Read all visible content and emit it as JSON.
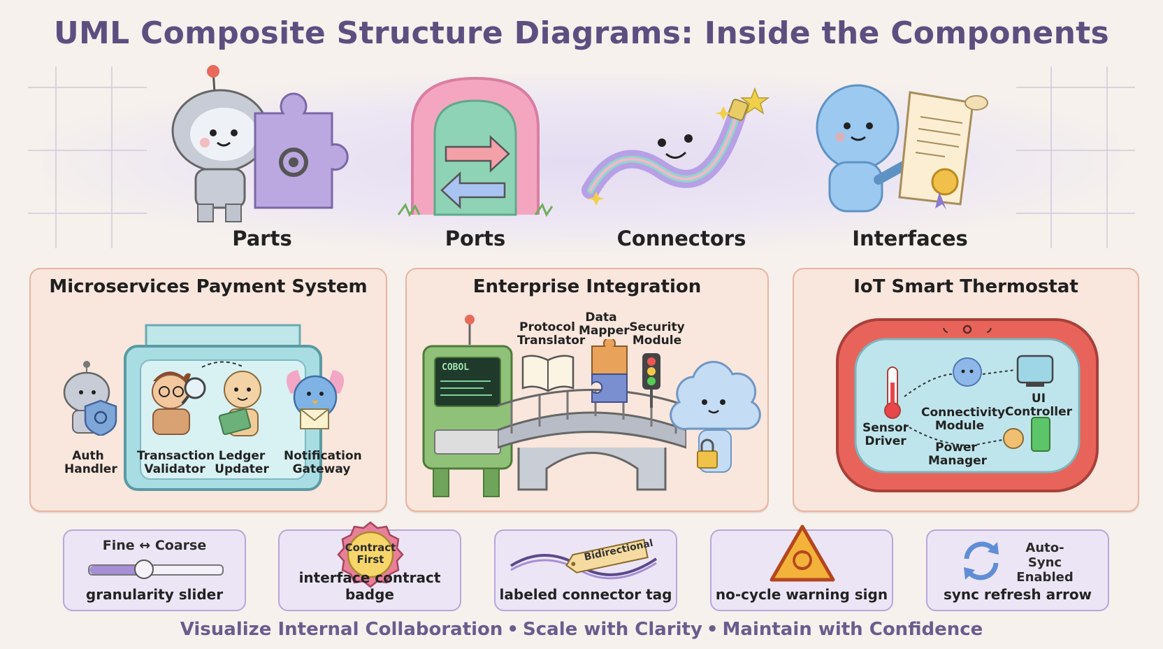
{
  "title": "UML Composite Structure Diagrams: Inside the Components",
  "concepts": [
    {
      "label": "Parts",
      "icon": "robot-puzzle-icon"
    },
    {
      "label": "Ports",
      "icon": "door-arrows-icon"
    },
    {
      "label": "Connectors",
      "icon": "rainbow-cable-icon"
    },
    {
      "label": "Interfaces",
      "icon": "contract-scroll-icon"
    }
  ],
  "panels": {
    "microservices": {
      "title": "Microservices Payment System",
      "parts": [
        "Auth Handler",
        "Transaction Validator",
        "Ledger Updater",
        "Notification Gateway"
      ]
    },
    "enterprise": {
      "title": "Enterprise Integration",
      "screen_text": "COBOL",
      "parts": [
        "Protocol Translator",
        "Data Mapper",
        "Security Module"
      ]
    },
    "iot": {
      "title": "IoT Smart Thermostat",
      "parts": [
        "Sensor Driver",
        "Connectivity Module",
        "UI Controller",
        "Power Manager"
      ]
    }
  },
  "badges": [
    {
      "caption": "granularity slider",
      "text": "Fine ↔ Coarse",
      "slider_value": 0.4
    },
    {
      "caption": "interface contract badge",
      "text": "Contract First"
    },
    {
      "caption": "labeled connector tag",
      "text": "Bidirectional"
    },
    {
      "caption": "no-cycle warning sign",
      "text": ""
    },
    {
      "caption": "sync refresh arrow",
      "text": "Auto-Sync Enabled"
    }
  ],
  "footer": {
    "items": [
      "Visualize Internal Collaboration",
      "Scale with Clarity",
      "Maintain with Confidence"
    ],
    "separator": "•"
  },
  "colors": {
    "title": "#5c4f80",
    "panel_bg": "#f9e6dc",
    "panel_border": "#e8b4a1",
    "badge_bg": "#ece5f6",
    "badge_border": "#b9a7d8"
  }
}
